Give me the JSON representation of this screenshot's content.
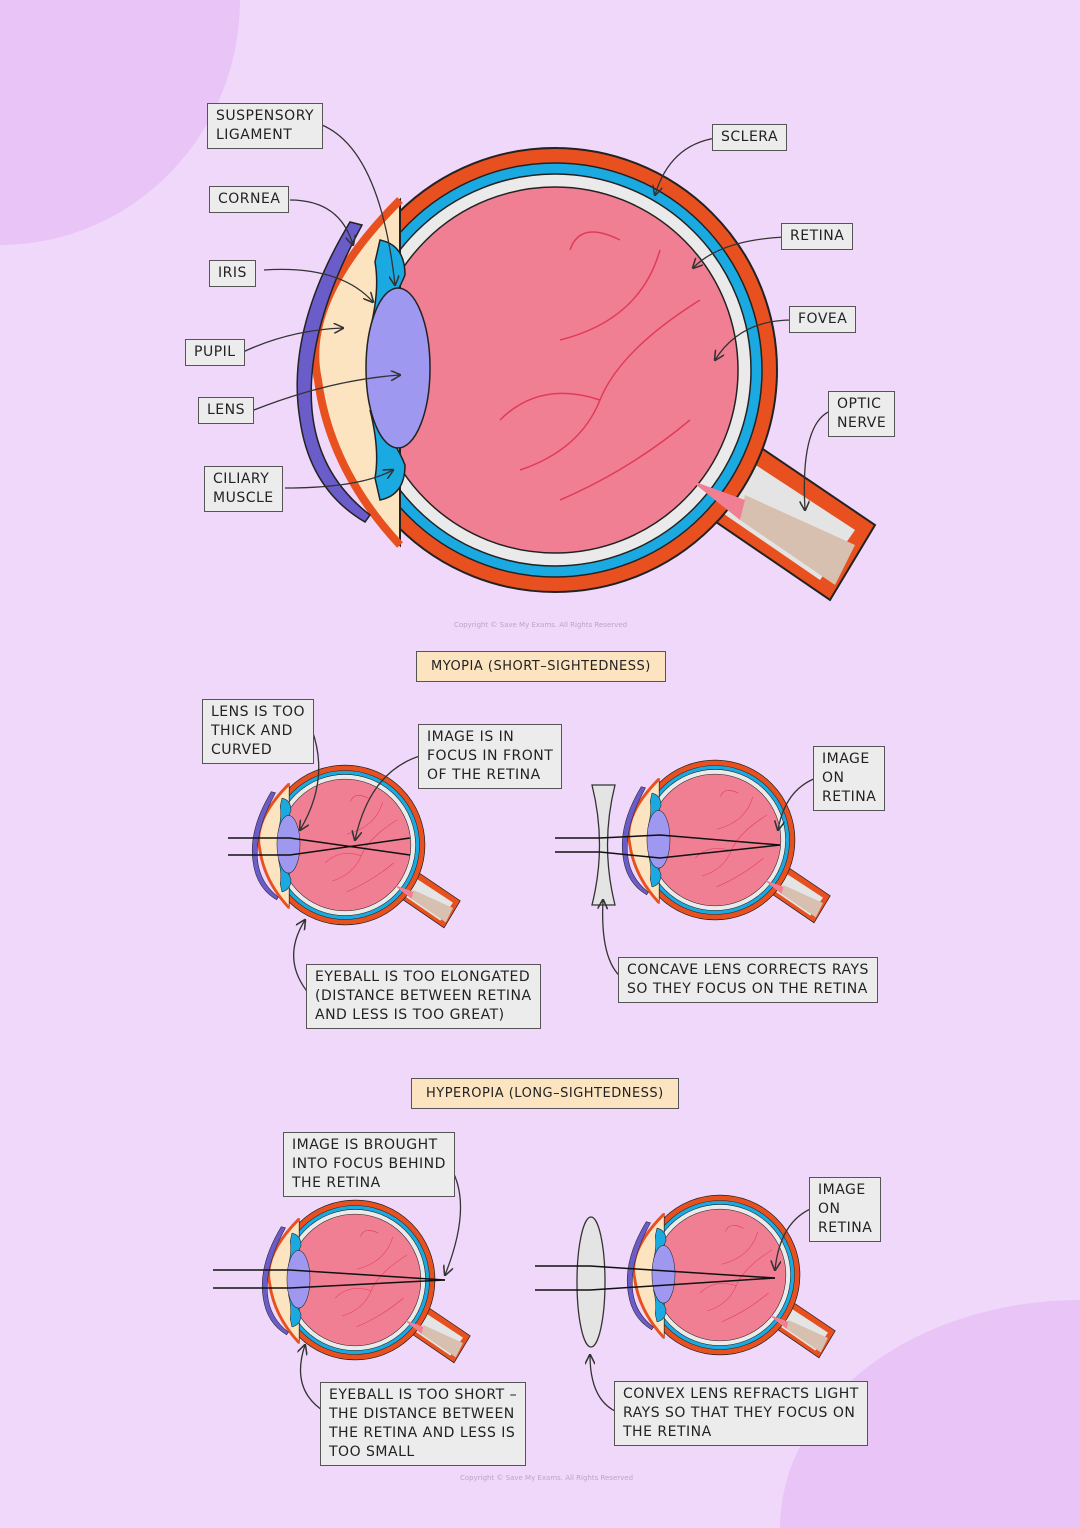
{
  "main_labels": {
    "suspensory": "SUSPENSORY\nLIGAMENT",
    "cornea": "CORNEA",
    "iris": "IRIS",
    "pupil": "PUPIL",
    "lens": "LENS",
    "ciliary": "CILIARY\nMUSCLE",
    "sclera": "SCLERA",
    "retina": "RETINA",
    "fovea": "FOVEA",
    "optic": "OPTIC\nNERVE"
  },
  "copyright": "Copyright © Save My Exams. All Rights Reserved",
  "myopia": {
    "title": "MYOPIA  (SHORT–SIGHTEDNESS)",
    "lens_thick": "LENS  IS  TOO\nTHICK  AND\nCURVED",
    "focus_front": "IMAGE  IS  IN\nFOCUS  IN  FRONT\nOF  THE  RETINA",
    "image_on": "IMAGE\nON\nRETINA",
    "elongated": "EYEBALL  IS  TOO  ELONGATED\n(DISTANCE  BETWEEN  RETINA\nAND LESS  IS  TOO  GREAT)",
    "concave": "CONCAVE  LENS  CORRECTS  RAYS\nSO  THEY  FOCUS  ON  THE  RETINA"
  },
  "hyperopia": {
    "title": "HYPEROPIA  (LONG–SIGHTEDNESS)",
    "focus_behind": "IMAGE  IS  BROUGHT\nINTO  FOCUS  BEHIND\nTHE  RETINA",
    "image_on": "IMAGE\nON\nRETINA",
    "short": "EYEBALL  IS  TOO  SHORT –\nTHE  DISTANCE  BETWEEN\nTHE  RETINA  AND  LESS  IS\nTOO  SMALL",
    "convex": "CONVEX  LENS  REFRACTS  LIGHT\nRAYS  SO  THAT  THEY  FOCUS  ON\nTHE  RETINA"
  },
  "colors": {
    "background": "#f0d8fb",
    "sclera": "#e8501f",
    "choroid": "#1aa9e0",
    "vitreous": "#f07f94",
    "lens": "#9e98f0",
    "cornea": "#6a5cc9",
    "aqueous": "#fde4c0"
  }
}
